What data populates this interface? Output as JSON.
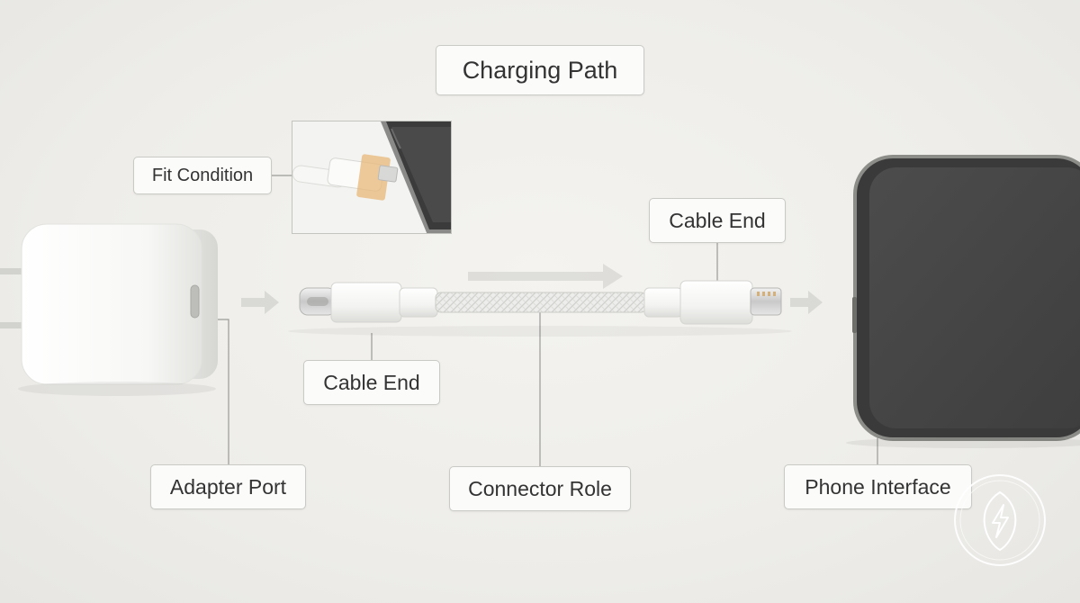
{
  "diagram": {
    "title": "Charging Path",
    "labels": {
      "fit_condition": "Fit Condition",
      "cable_end_right": "Cable End",
      "cable_end_left": "Cable End",
      "adapter_port": "Adapter Port",
      "connector_role": "Connector Role",
      "phone_interface": "Phone Interface"
    }
  },
  "colors": {
    "background": "#efeeea",
    "label_border": "#c9c9c6",
    "label_text": "#333333",
    "phone_screen": "#454545",
    "fit_highlight": "#e8b87a",
    "arrow": "#d9d9d6"
  },
  "icons": [
    "power-adapter-icon",
    "usb-c-plug-icon",
    "lightning-plug-icon",
    "smartphone-icon",
    "lightning-bolt-seal-icon"
  ]
}
